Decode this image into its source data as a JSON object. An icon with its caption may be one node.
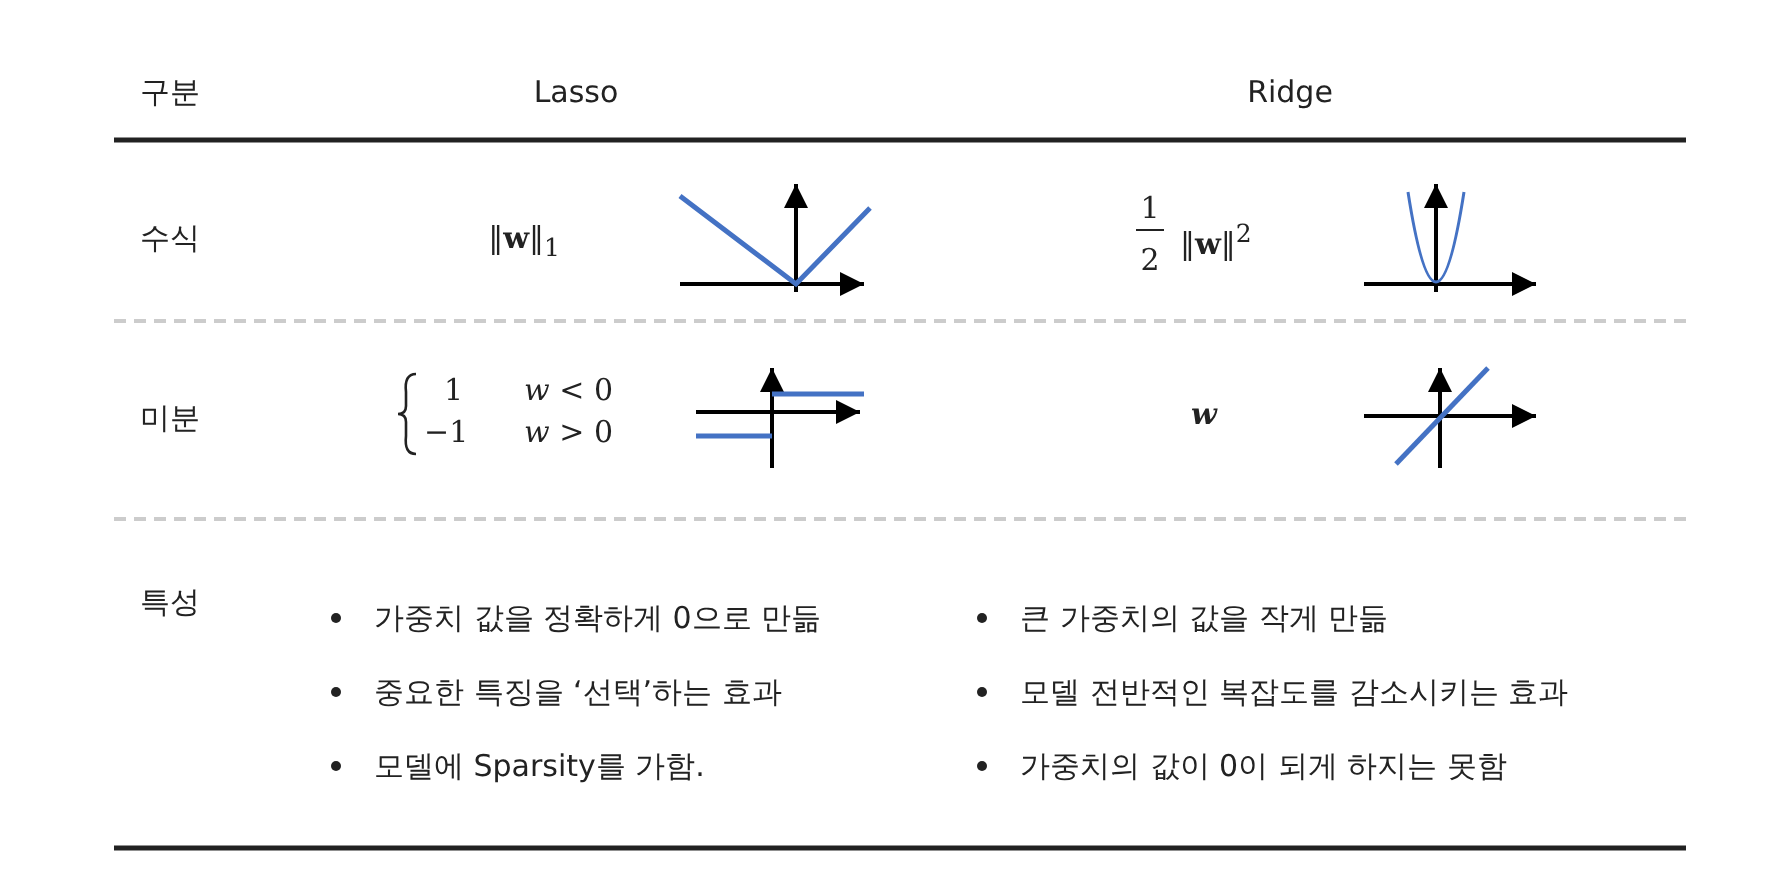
{
  "diagram": {
    "labels": [
      "구분",
      "Lasso",
      "Ridge",
      "수식",
      "‖**w**‖$_{1}$",
      "1",
      "2",
      "‖**w**‖$^{2}$",
      "미분",
      "1",
      "*w* < 0",
      "−1",
      "*w* > 0",
      "w",
      "특성",
      "가중치 값을 정확하게 0으로 만듦",
      "큰 가중치의 값을 작게 만듦",
      "중요한 특징을 ‘선택’하는 효과",
      "모델 전반적인 복잡도를 감소시키는 효과",
      "모델에 Sparsity를 가함.",
      "가중치의 값이 0이 되게 하지는 못함"
    ]
  }
}
